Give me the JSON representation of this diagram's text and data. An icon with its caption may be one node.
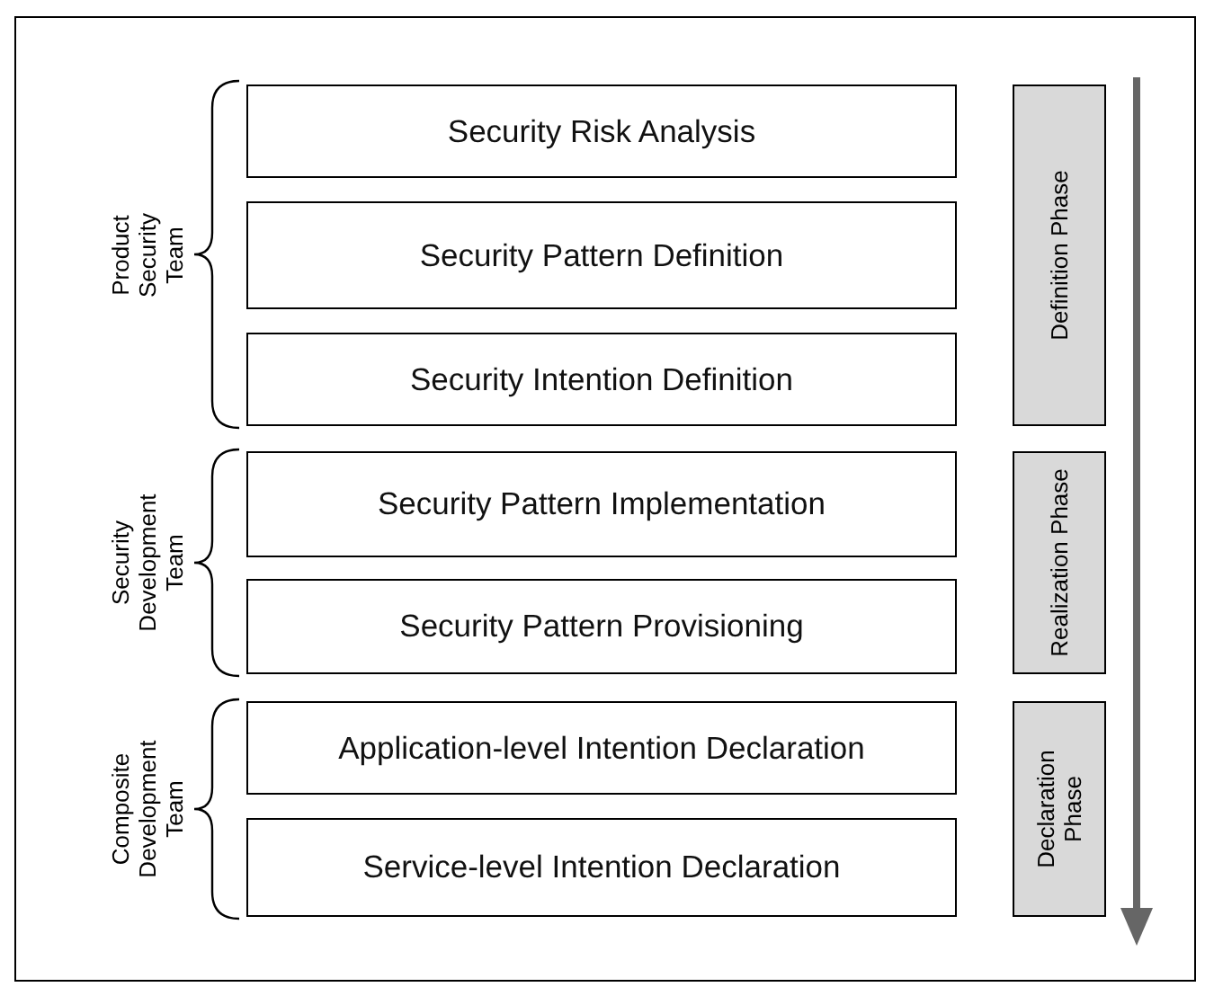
{
  "diagram": {
    "nodes": [
      {
        "text": [
          "Security Risk Analysis"
        ]
      },
      {
        "text": [
          "Security Pattern Definition"
        ]
      },
      {
        "text": [
          "Security Intention Definition"
        ]
      },
      {
        "text": [
          "Security Pattern Implementation"
        ]
      },
      {
        "text": [
          "Security Pattern Provisioning"
        ]
      },
      {
        "text": [
          "Application-level Intention Declaration"
        ]
      },
      {
        "text": [
          "Service-level Intention Declaration"
        ]
      },
      {
        "text": [
          "Definition Phase"
        ]
      },
      {
        "text": [
          "Realization Phase"
        ]
      },
      {
        "text": [
          "Declaration Phase"
        ]
      }
    ],
    "edges": [],
    "labels": [
      "Product Security Team",
      "Security Development Team",
      "Composite Development Team"
    ]
  }
}
